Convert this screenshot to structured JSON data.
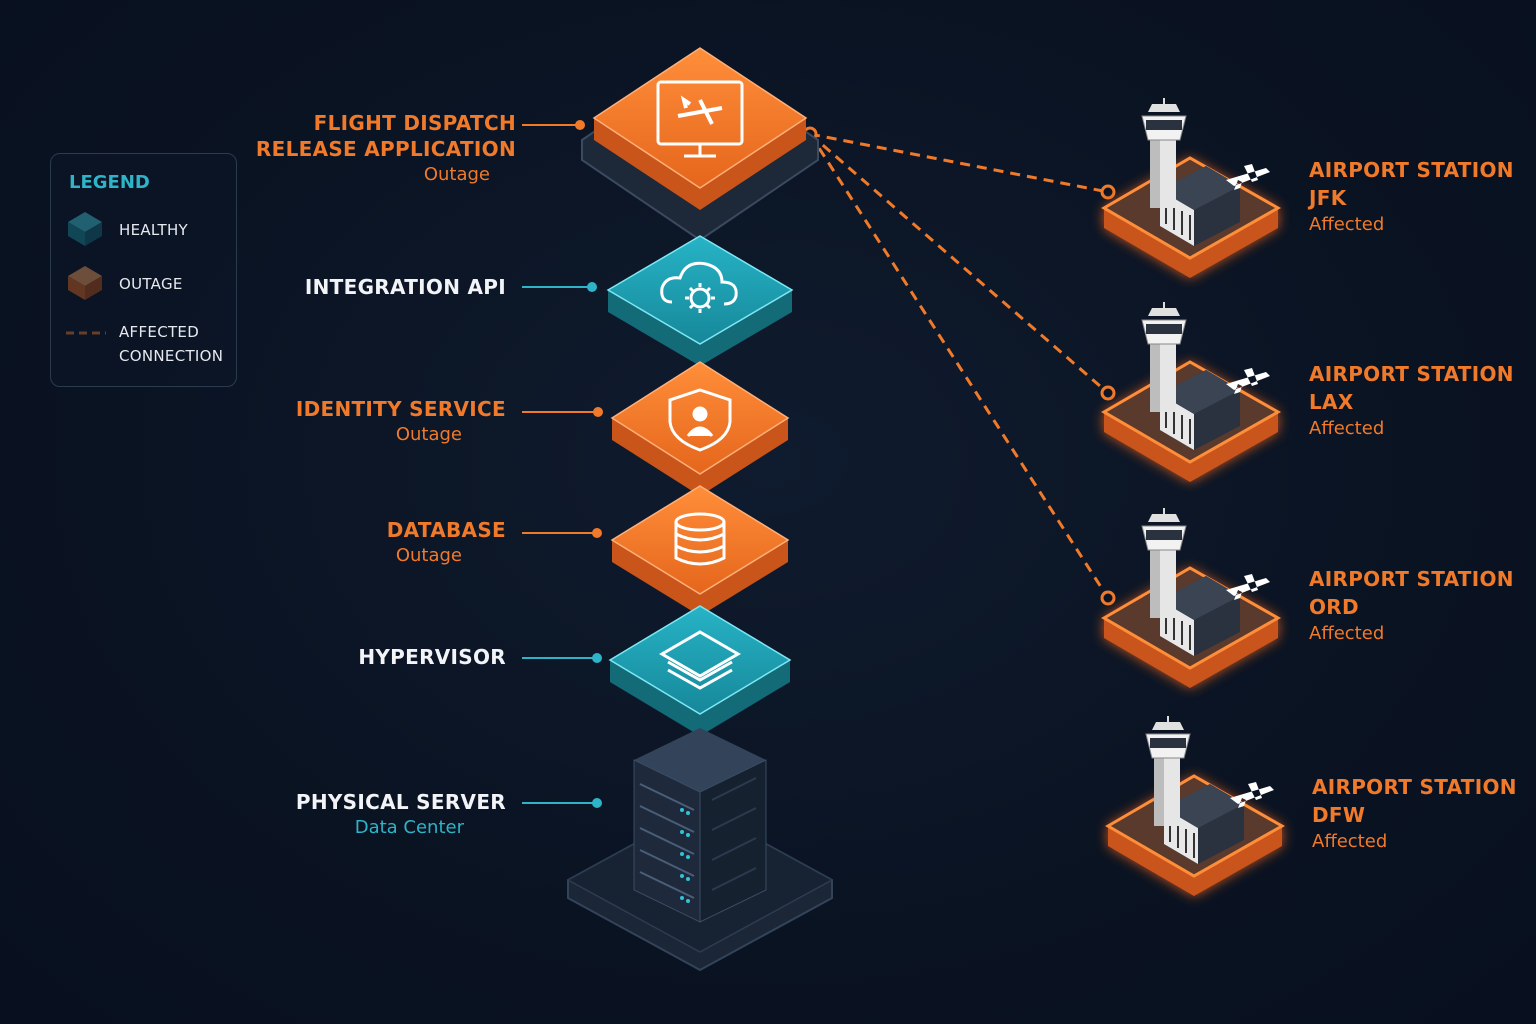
{
  "legend": {
    "title": "LEGEND",
    "healthy": "HEALTHY",
    "outage": "OUTAGE",
    "affected_line1": "AFFECTED",
    "affected_line2": "CONNECTION",
    "colors": {
      "healthy": "#1f9fb3",
      "outage": "#f07a2a"
    }
  },
  "stack": [
    {
      "name_line1": "FLIGHT DISPATCH",
      "name_line2": "RELEASE APPLICATION",
      "status": "Outage",
      "state": "outage",
      "icon": "monitor-airplane-icon"
    },
    {
      "name": "INTEGRATION API",
      "state": "healthy",
      "icon": "cloud-gear-icon"
    },
    {
      "name": "IDENTITY SERVICE",
      "status": "Outage",
      "state": "outage",
      "icon": "shield-user-icon"
    },
    {
      "name": "DATABASE",
      "status": "Outage",
      "state": "outage",
      "icon": "database-icon"
    },
    {
      "name": "HYPERVISOR",
      "state": "healthy",
      "icon": "layers-icon"
    },
    {
      "name": "PHYSICAL SERVER",
      "status": "Data Center",
      "state": "healthy",
      "icon": "server-rack-icon"
    }
  ],
  "airports": [
    {
      "title": "AIRPORT STATION",
      "code": "JFK",
      "status": "Affected"
    },
    {
      "title": "AIRPORT STATION",
      "code": "LAX",
      "status": "Affected"
    },
    {
      "title": "AIRPORT STATION",
      "code": "ORD",
      "status": "Affected"
    },
    {
      "title": "AIRPORT STATION",
      "code": "DFW",
      "status": "Affected"
    }
  ]
}
